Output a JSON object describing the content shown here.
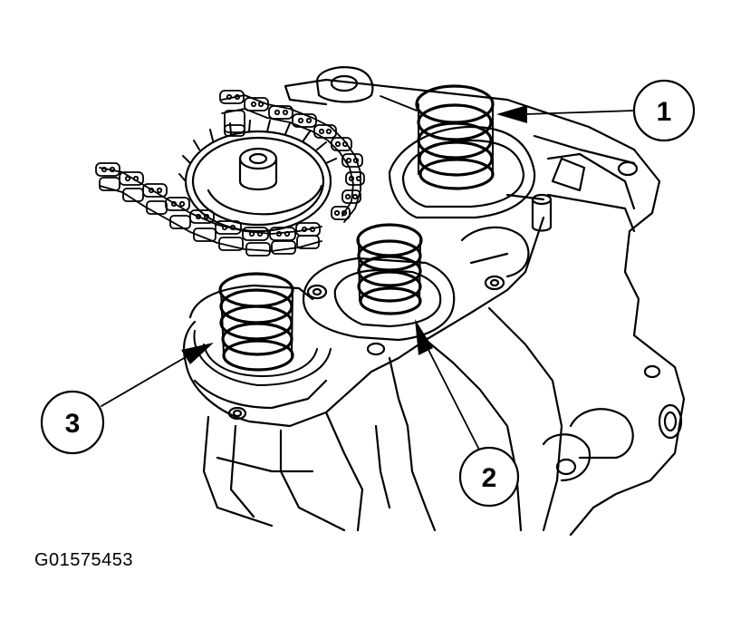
{
  "diagram": {
    "callouts": [
      {
        "label": "1"
      },
      {
        "label": "2"
      },
      {
        "label": "3"
      }
    ],
    "figure_code": "G01575453",
    "colors": {
      "line": "#000000",
      "background": "#ffffff"
    }
  }
}
